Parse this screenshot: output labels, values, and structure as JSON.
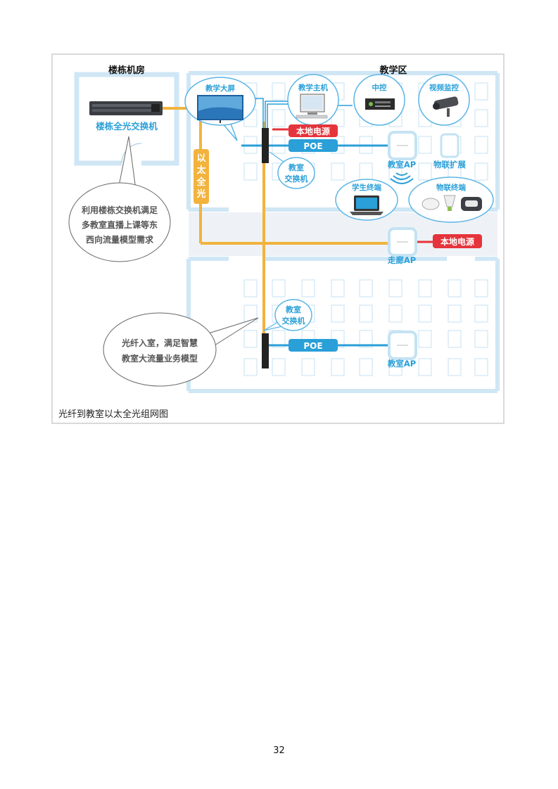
{
  "figure": {
    "labels": {
      "building_room": "楼栋机房",
      "teaching_area": "教学区",
      "building_switch": "楼栋全光交换机",
      "teaching_screen": "教学大屏",
      "teaching_host": "教学主机",
      "central_control": "中控",
      "video_monitor": "视频监控",
      "local_power_1": "本地电源",
      "poe_1": "POE",
      "classroom_switch_1": [
        "教室",
        "交换机"
      ],
      "classroom_ap_1": "教室AP",
      "iot_extension": "物联扩展",
      "student_terminal": "学生终端",
      "iot_terminal": "物联终端",
      "ethernet_all_optical": [
        "以",
        "太",
        "全",
        "光"
      ],
      "corridor_ap": "走廊AP",
      "local_power_2": "本地电源",
      "classroom_switch_2": [
        "教室",
        "交换机"
      ],
      "poe_2": "POE",
      "classroom_ap_2": "教室AP"
    },
    "callouts": {
      "top": [
        "利用楼栋交换机满足",
        "多教室直播上课等东",
        "西向流量模型需求"
      ],
      "bottom": [
        "光纤入室，满足智慧",
        "教室大流量业务模型"
      ]
    },
    "caption": "光纤到教室以太全光组网图"
  },
  "page_number": "32",
  "colors": {
    "fiber": "#f2b33d",
    "network": "#2a9fd8",
    "power": "#e5343b",
    "wall": "#cfe6f5"
  }
}
